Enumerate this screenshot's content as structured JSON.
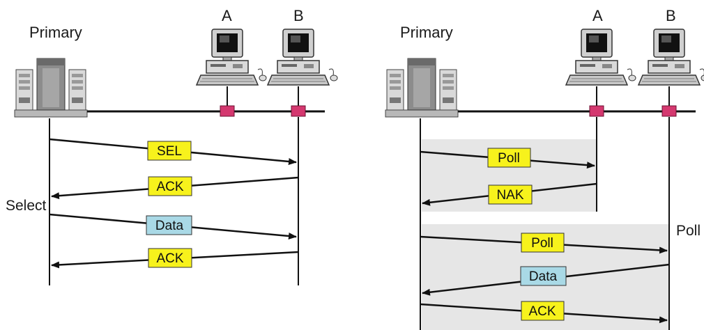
{
  "colors": {
    "yellow_frame": "#f7f21c",
    "blue_frame": "#a9d9e6",
    "connector": "#d4386f",
    "shade": "#e6e6e6",
    "line": "#111111"
  },
  "left": {
    "primary_label": "Primary",
    "station_a_label": "A",
    "station_b_label": "B",
    "side_label": "Select",
    "frames": [
      "SEL",
      "ACK",
      "Data",
      "ACK"
    ]
  },
  "right": {
    "primary_label": "Primary",
    "station_a_label": "A",
    "station_b_label": "B",
    "side_label": "Poll",
    "frames": [
      "Poll",
      "NAK",
      "Poll",
      "Data",
      "ACK"
    ]
  }
}
